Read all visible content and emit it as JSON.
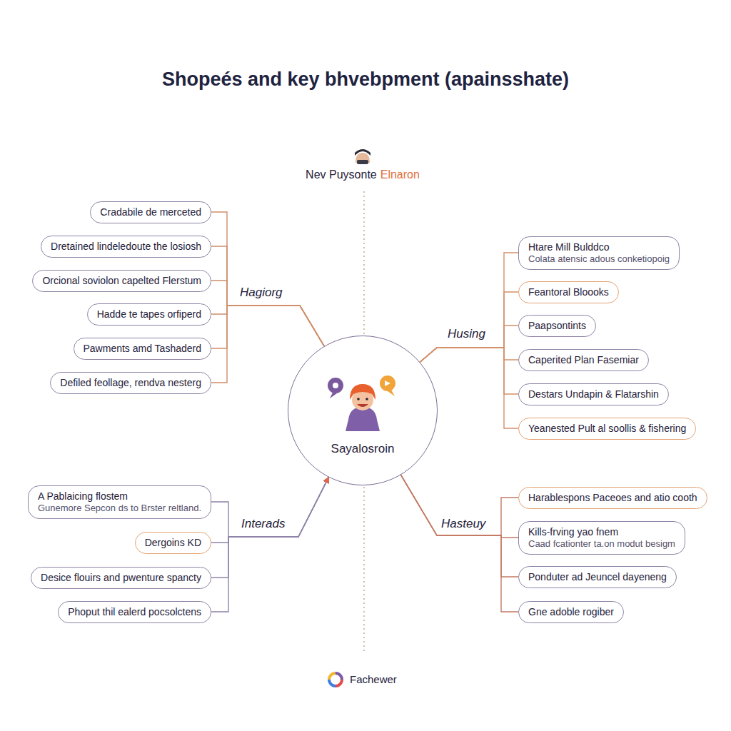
{
  "diagram": {
    "title": "Shopeés and key bhvebpment (apainsshate)",
    "nodes": [
      {
        "text": [
          "Sayalosroin"
        ]
      },
      {
        "text": [
          "Cradabile de merceted"
        ]
      },
      {
        "text": [
          "Dretained lindeledoute the losiosh"
        ]
      },
      {
        "text": [
          "Orcional soviolon capelted Flerstum"
        ]
      },
      {
        "text": [
          "Hadde te tapes orfiperd"
        ]
      },
      {
        "text": [
          "Pawments amd Tashaderd"
        ]
      },
      {
        "text": [
          "Defiled feollage, rendva nesterg"
        ]
      },
      {
        "text": [
          "Htare Mill Bulddco",
          "Colata atensic adous conketiopoig"
        ]
      },
      {
        "text": [
          "Feantoral Bloooks"
        ]
      },
      {
        "text": [
          "Paapsontints"
        ]
      },
      {
        "text": [
          "Caperited Plan Fasemiar"
        ]
      },
      {
        "text": [
          "Destars Undapin & Flatarshin"
        ]
      },
      {
        "text": [
          "Yeanested Pult al soollis & fishering"
        ]
      },
      {
        "text": [
          "A Pablaicing flostem",
          "Gunemore Sepcon ds to Brster reltland."
        ]
      },
      {
        "text": [
          "Dergoins KD"
        ]
      },
      {
        "text": [
          "Desice flouirs and pwenture spancty"
        ]
      },
      {
        "text": [
          "Phoput thil ealerd pocsolctens"
        ]
      },
      {
        "text": [
          "Harablespons Paceoes and atio cooth"
        ]
      },
      {
        "text": [
          "Kills-frving yao fnem",
          "Caad fcationter ta.on modut besigm"
        ]
      },
      {
        "text": [
          "Ponduter ad Jeuncel dayeneng"
        ]
      },
      {
        "text": [
          "Gne adoble rogiber"
        ]
      }
    ],
    "edges": [
      {
        "from": 0,
        "to": 1,
        "arrow": "none"
      },
      {
        "from": 0,
        "to": 2,
        "arrow": "none"
      },
      {
        "from": 0,
        "to": 3,
        "arrow": "none"
      },
      {
        "from": 0,
        "to": 4,
        "arrow": "none"
      },
      {
        "from": 0,
        "to": 5,
        "arrow": "none"
      },
      {
        "from": 0,
        "to": 6,
        "arrow": "none"
      },
      {
        "from": 0,
        "to": 7,
        "arrow": "none"
      },
      {
        "from": 0,
        "to": 8,
        "arrow": "none"
      },
      {
        "from": 0,
        "to": 9,
        "arrow": "none"
      },
      {
        "from": 0,
        "to": 10,
        "arrow": "none"
      },
      {
        "from": 0,
        "to": 11,
        "arrow": "none"
      },
      {
        "from": 0,
        "to": 12,
        "arrow": "none"
      },
      {
        "from": 13,
        "to": 0,
        "arrow": "to"
      },
      {
        "from": 14,
        "to": 0,
        "arrow": "to"
      },
      {
        "from": 15,
        "to": 0,
        "arrow": "to"
      },
      {
        "from": 16,
        "to": 0,
        "arrow": "to"
      },
      {
        "from": 0,
        "to": 17,
        "arrow": "none"
      },
      {
        "from": 0,
        "to": 18,
        "arrow": "none"
      },
      {
        "from": 0,
        "to": 19,
        "arrow": "none"
      },
      {
        "from": 0,
        "to": 20,
        "arrow": "none"
      }
    ],
    "labels": [
      "Nev Puysonte",
      "Elnaron",
      "Hagiorg",
      "Husing",
      "Interads",
      "Hasteuy",
      "Fachewer"
    ]
  }
}
